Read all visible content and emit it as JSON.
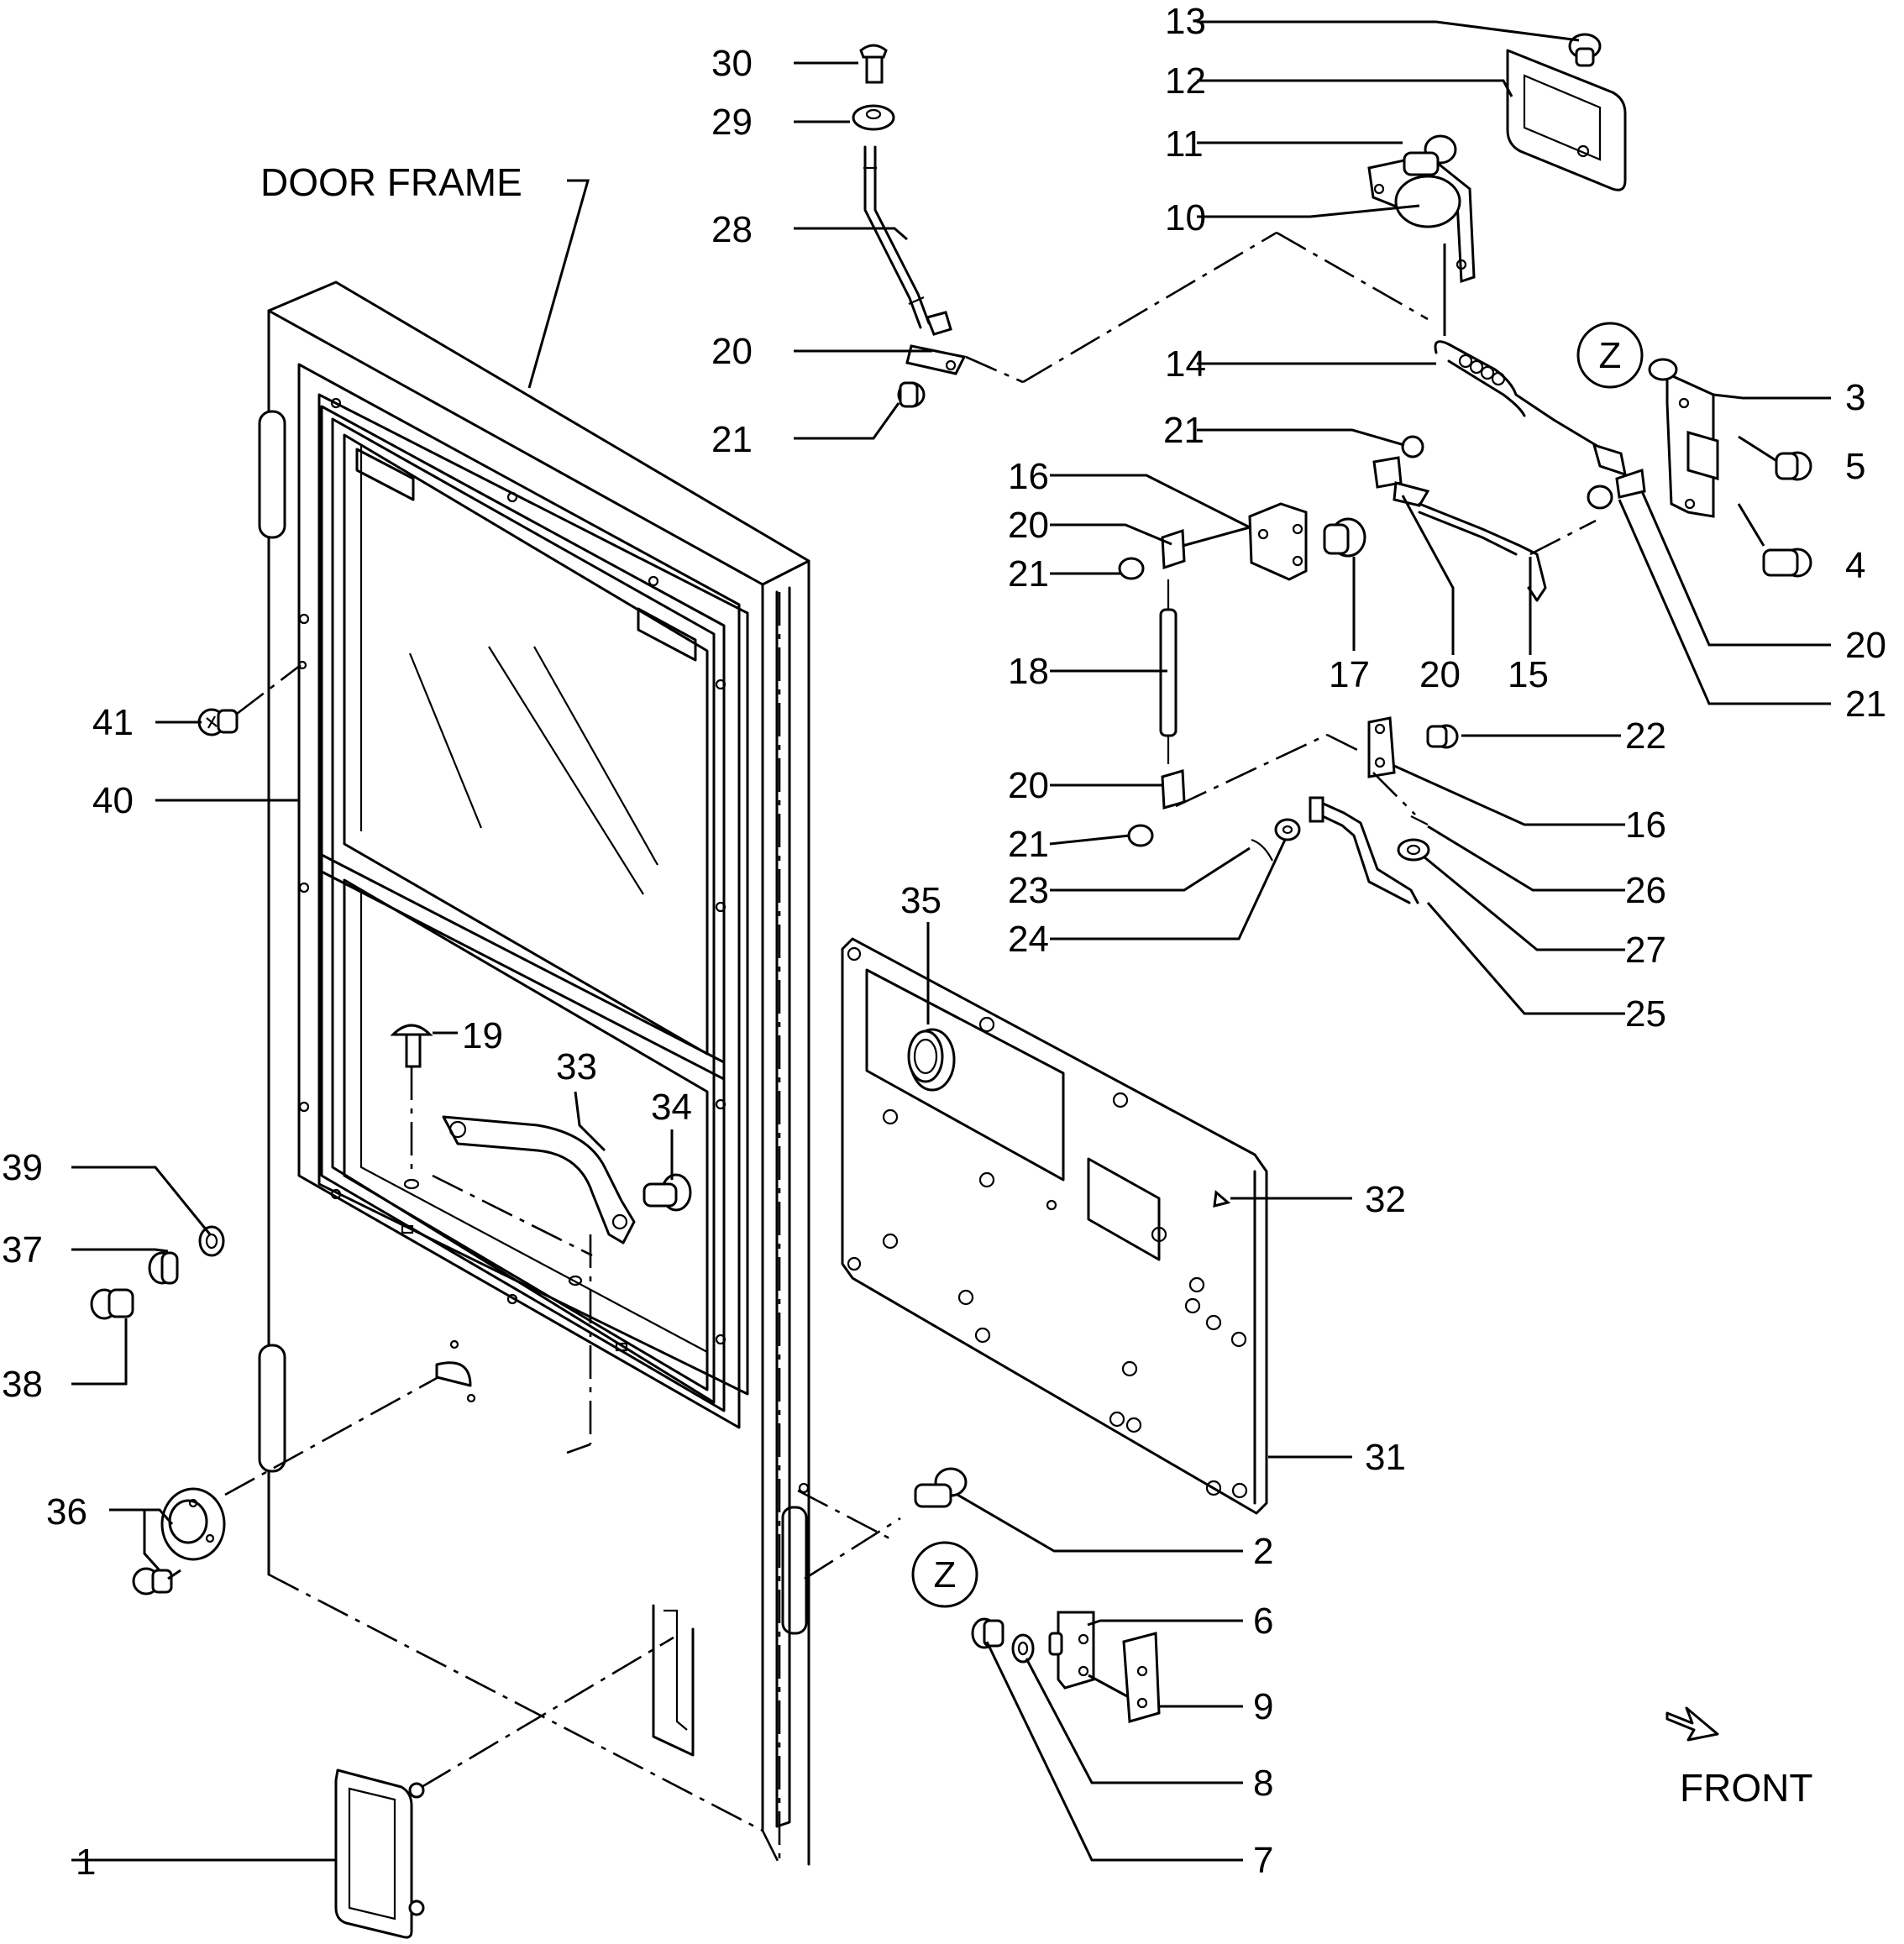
{
  "title": "DOOR FRAME",
  "direction_label": "FRONT",
  "detail_marker": "Z",
  "callouts": [
    "1",
    "2",
    "3",
    "4",
    "5",
    "6",
    "7",
    "8",
    "9",
    "10",
    "11",
    "12",
    "13",
    "14",
    "15",
    "16",
    "17",
    "18",
    "19",
    "20",
    "21",
    "22",
    "23",
    "24",
    "25",
    "26",
    "27",
    "28",
    "29",
    "30",
    "31",
    "32",
    "33",
    "34",
    "35",
    "36",
    "37",
    "38",
    "39",
    "40",
    "41"
  ],
  "repeated_callouts": {
    "z": "Z",
    "n16": "16",
    "n20": "20",
    "n21": "21"
  }
}
